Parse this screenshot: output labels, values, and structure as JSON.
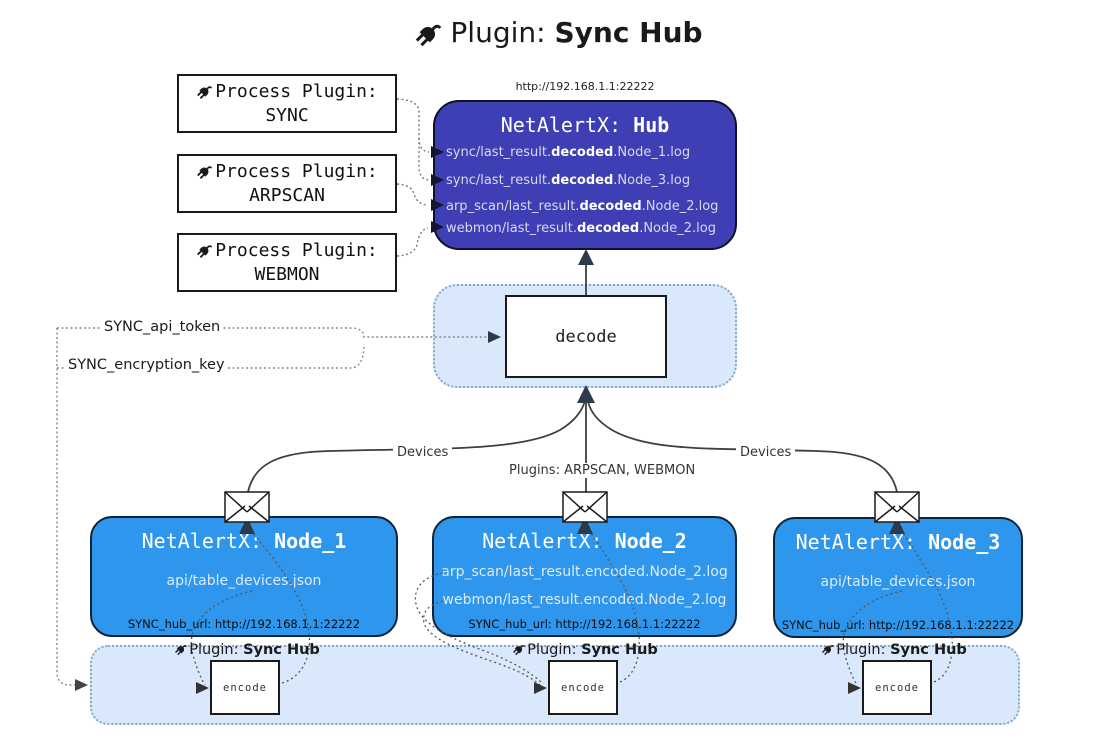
{
  "title": {
    "prefix": "Plugin: ",
    "bold": "Sync Hub"
  },
  "hub": {
    "url": "http://192.168.1.1:22222",
    "title_prefix": "NetAlertX: ",
    "title_bold": "Hub",
    "logs": [
      {
        "pre": "sync/last_result.",
        "bold": "decoded",
        "post": ".Node_1.log"
      },
      {
        "pre": "sync/last_result.",
        "bold": "decoded",
        "post": ".Node_3.log"
      },
      {
        "pre": "arp_scan/last_result.",
        "bold": "decoded",
        "post": ".Node_2.log"
      },
      {
        "pre": "webmon/last_result.",
        "bold": "decoded",
        "post": ".Node_2.log"
      }
    ]
  },
  "process_plugins": [
    {
      "label": "Process Plugin:",
      "name": "SYNC"
    },
    {
      "label": "Process Plugin:",
      "name": "ARPSCAN"
    },
    {
      "label": "Process Plugin:",
      "name": "WEBMON"
    }
  ],
  "decode": {
    "label": "decode"
  },
  "settings": {
    "api_token": "SYNC_api_token",
    "encryption_key": "SYNC_encryption_key"
  },
  "edge_labels": {
    "devices_left": "Devices",
    "plugins_mid": "Plugins: ARPSCAN, WEBMON",
    "devices_right": "Devices"
  },
  "nodes": [
    {
      "title_prefix": "NetAlertX: ",
      "title_bold": "Node_1",
      "lines": [
        "api/table_devices.json"
      ],
      "hub_url": "SYNC_hub_url: http://192.168.1.1:22222"
    },
    {
      "title_prefix": "NetAlertX: ",
      "title_bold": "Node_2",
      "lines": [
        "arp_scan/last_result.encoded.Node_2.log",
        "webmon/last_result.encoded.Node_2.log"
      ],
      "hub_url": "SYNC_hub_url: http://192.168.1.1:22222"
    },
    {
      "title_prefix": "NetAlertX: ",
      "title_bold": "Node_3",
      "lines": [
        "api/table_devices.json"
      ],
      "hub_url": "SYNC_hub_url: http://192.168.1.1:22222"
    }
  ],
  "encode": {
    "label": "encode",
    "plugin_prefix": "Plugin: ",
    "plugin_bold": "Sync Hub"
  },
  "colors": {
    "hub_bg": "#3e3eb5",
    "node_bg": "#2e96ec",
    "band_bg": "#d9e9fb",
    "band_border": "#85a7c9"
  }
}
